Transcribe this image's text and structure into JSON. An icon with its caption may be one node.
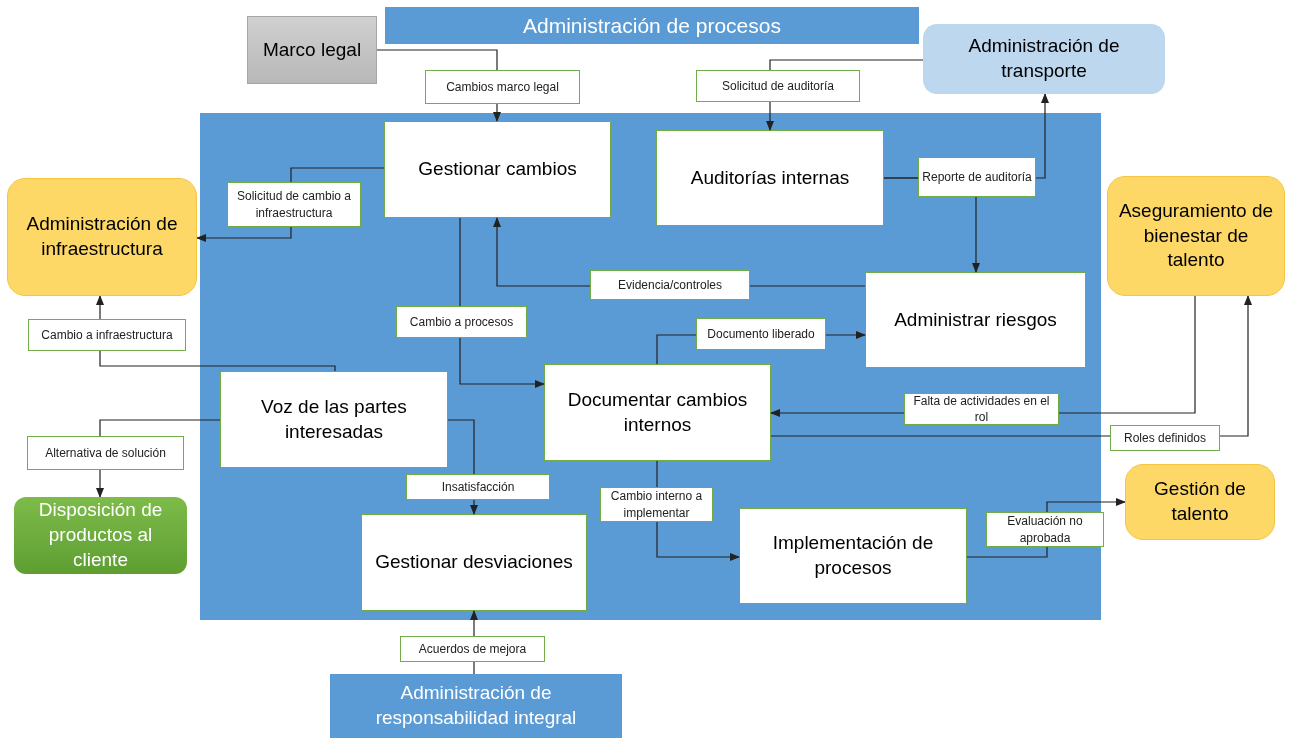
{
  "diagram": {
    "nodes": [
      {
        "text": [
          "Administración de procesos"
        ]
      },
      {
        "text": [
          "Marco legal"
        ]
      },
      {
        "text": [
          "Administración de transporte"
        ]
      },
      {
        "text": [
          "Gestionar cambios"
        ],
        "in": 0
      },
      {
        "text": [
          "Auditorías internas"
        ],
        "in": 0
      },
      {
        "text": [
          "Administración de infraestructura"
        ]
      },
      {
        "text": [
          "Aseguramiento de bienestar de talento"
        ]
      },
      {
        "text": [
          "Administrar riesgos"
        ],
        "in": 0
      },
      {
        "text": [
          "Voz de las partes interesadas"
        ],
        "in": 0
      },
      {
        "text": [
          "Documentar cambios internos"
        ],
        "in": 0
      },
      {
        "text": [
          "Disposición de productos al cliente"
        ]
      },
      {
        "text": [
          "Gestión de talento"
        ]
      },
      {
        "text": [
          "Gestionar desviaciones"
        ],
        "in": 0
      },
      {
        "text": [
          "Implementación de procesos"
        ],
        "in": 0
      },
      {
        "text": [
          "Administración de responsabilidad integral"
        ]
      }
    ],
    "edges": [
      {
        "from": 1,
        "to": 3,
        "arrow": "to",
        "label": "Cambios marco legal"
      },
      {
        "from": 2,
        "to": 4,
        "arrow": "to",
        "label": "Solicitud de auditoría"
      },
      {
        "from": 3,
        "to": 5,
        "arrow": "to",
        "label": "Solicitud de cambio a infraestructura"
      },
      {
        "from": 4,
        "to": 2,
        "arrow": "to",
        "label": "Reporte de auditoría"
      },
      {
        "from": 4,
        "to": 7,
        "arrow": "to"
      },
      {
        "from": 7,
        "to": 3,
        "arrow": "to",
        "label": "Evidencia/controles"
      },
      {
        "from": 3,
        "to": 9,
        "arrow": "to",
        "label": "Cambio a procesos"
      },
      {
        "from": 8,
        "to": 5,
        "arrow": "to",
        "label": "Cambio a infraestructura"
      },
      {
        "from": 9,
        "to": 7,
        "arrow": "to",
        "label": "Documento liberado"
      },
      {
        "from": 6,
        "to": 9,
        "arrow": "to",
        "label": "Falta de actividades en el rol"
      },
      {
        "from": 9,
        "to": 6,
        "arrow": "to",
        "label": "Roles definidos"
      },
      {
        "from": 8,
        "to": 10,
        "arrow": "to",
        "label": "Alternativa de solución"
      },
      {
        "from": 8,
        "to": 12,
        "arrow": "to",
        "label": "Insatisfacción"
      },
      {
        "from": 9,
        "to": 13,
        "arrow": "to",
        "label": "Cambio interno a implementar"
      },
      {
        "from": 13,
        "to": 11,
        "arrow": "to",
        "label": "Evaluación no aprobada"
      },
      {
        "from": 14,
        "to": 12,
        "arrow": "to",
        "label": "Acuerdos de mejora"
      }
    ]
  }
}
